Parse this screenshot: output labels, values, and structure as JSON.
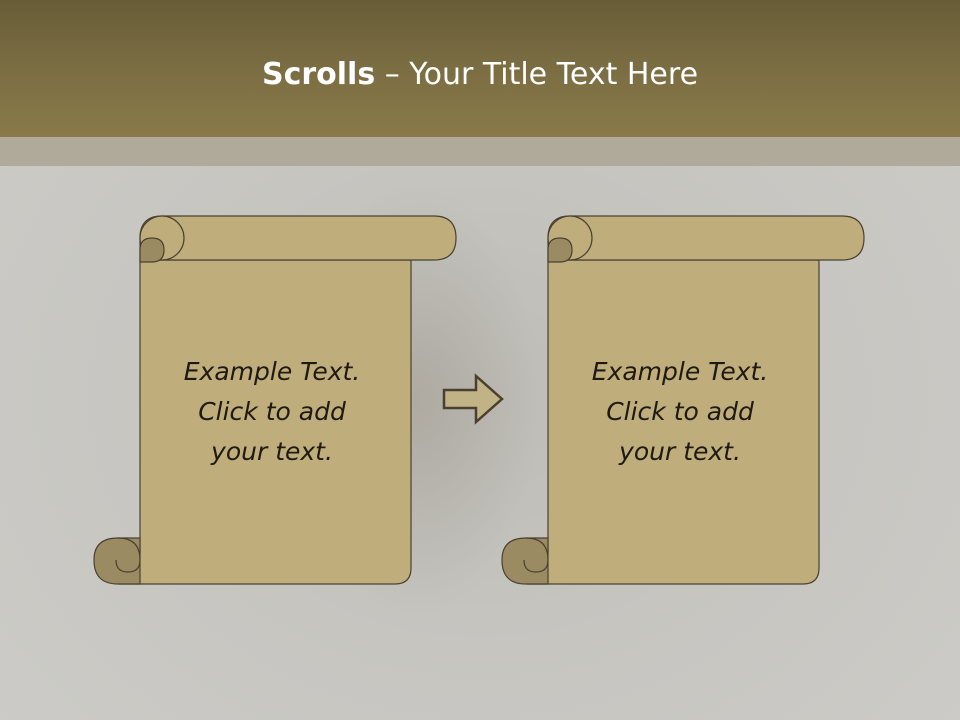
{
  "slide": {
    "title_bold": "Scrolls",
    "title_rest": " – Your Title Text Here"
  },
  "scrolls": [
    {
      "lines": [
        "Example  Text.",
        "Click  to add",
        "your text."
      ]
    },
    {
      "lines": [
        "Example  Text.",
        "Click  to add",
        "your text."
      ]
    }
  ],
  "colors": {
    "header": "#7a6c42",
    "scroll_fill": "#bfae7b",
    "scroll_curl": "#9b8b63",
    "outline": "#4a4030"
  },
  "icons": {
    "connector": "right-arrow-icon"
  }
}
